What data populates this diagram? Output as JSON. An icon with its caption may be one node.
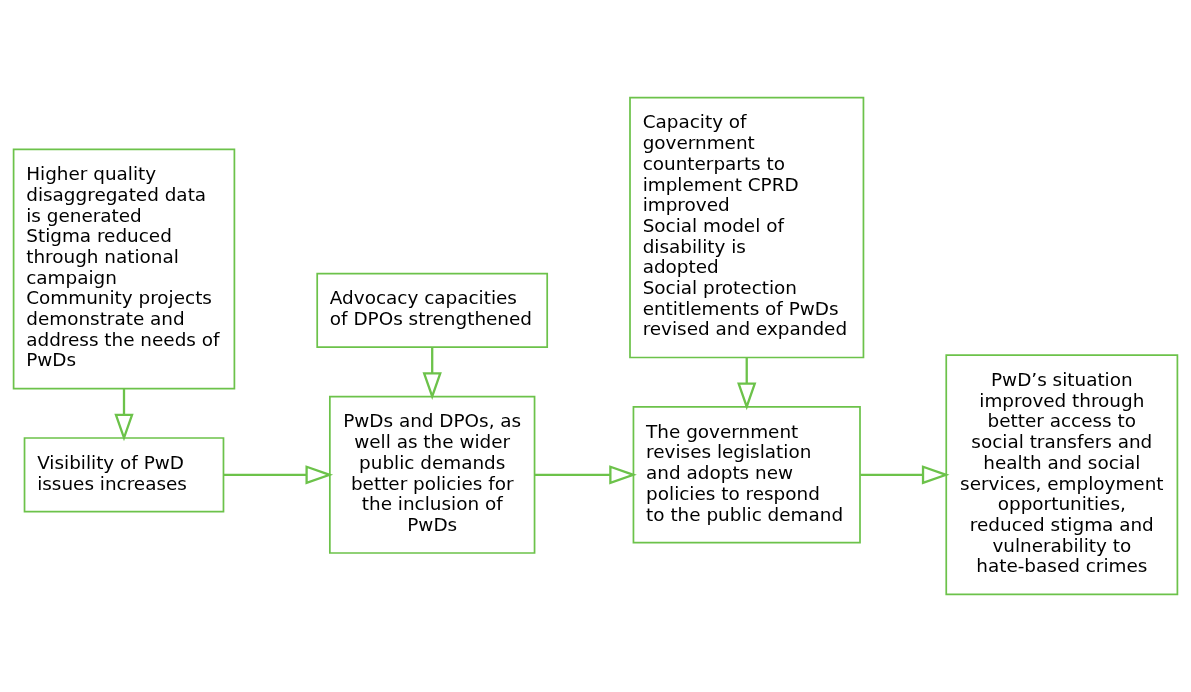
{
  "diagram": {
    "nodes": [
      {
        "text": [
          "Visibility of PwD issues increases"
        ]
      },
      {
        "text": [
          "PwDs and DPOs, as well as the wider public demands better policies for the inclusion of PwDs"
        ]
      },
      {
        "text": [
          "The government revises legislation and adopts new policies to respond to the public demand"
        ]
      },
      {
        "text": [
          "PwD’s situation improved through better access to social transfers and health and social services, employment opportunities, reduced stigma and vulnerability to hate-based crimes"
        ]
      },
      {
        "text": [
          "Higher quality disaggregated data is generated",
          "Stigma reduced through national campaign",
          "Community projects demonstrate and address the needs of PwDs"
        ]
      },
      {
        "text": [
          "Advocacy capacities of DPOs strengthened"
        ]
      },
      {
        "text": [
          "Capacity of government counterparts to implement CPRD improved",
          "Social model of disability is adopted",
          "Social protection entitlements of PwDs revised and expanded"
        ]
      }
    ],
    "edges": [
      {
        "from": 0,
        "to": 1,
        "arrow": "to"
      },
      {
        "from": 1,
        "to": 2,
        "arrow": "to"
      },
      {
        "from": 2,
        "to": 3,
        "arrow": "to"
      },
      {
        "from": 4,
        "to": 0,
        "arrow": "to"
      },
      {
        "from": 5,
        "to": 1,
        "arrow": "to"
      },
      {
        "from": 6,
        "to": 2,
        "arrow": "to"
      }
    ]
  }
}
